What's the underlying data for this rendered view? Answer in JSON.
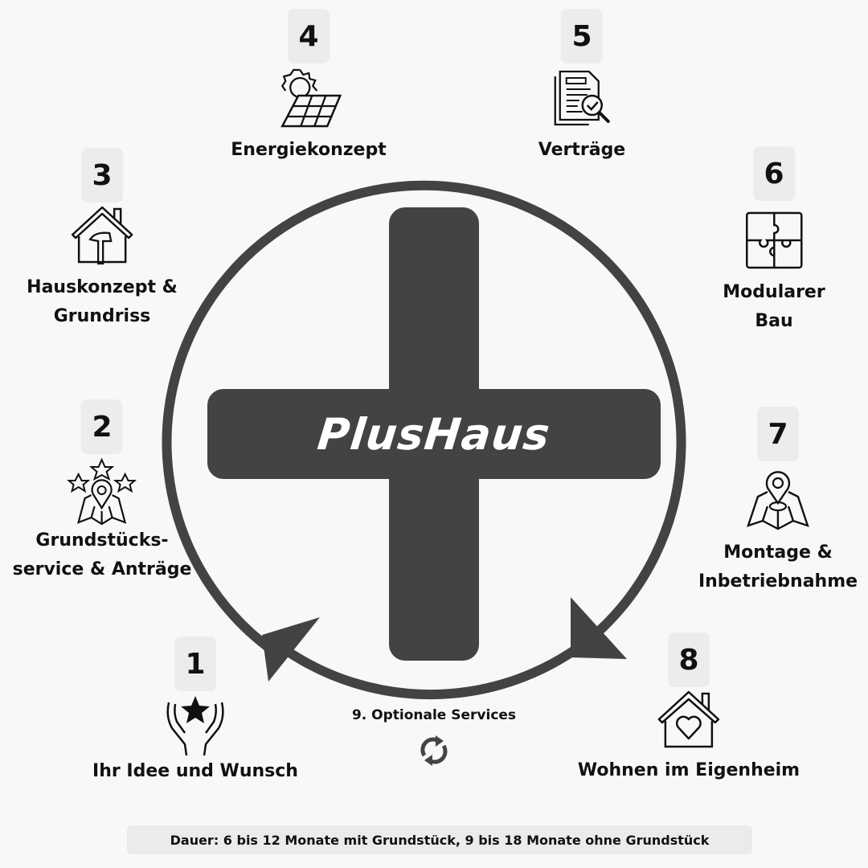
{
  "brand": {
    "name": "PlusHaus",
    "color": "#434343",
    "text_color": "#ffffff"
  },
  "background": "#f8f8f8",
  "steps": [
    {
      "number": "1",
      "label_lines": [
        "Ihr Idee und Wunsch"
      ],
      "icon": "hands-star-icon"
    },
    {
      "number": "2",
      "label_lines": [
        "Grundstücks-",
        "service & Anträge"
      ],
      "icon": "map-pin-stars-icon"
    },
    {
      "number": "3",
      "label_lines": [
        "Hauskonzept &",
        "Grundriss"
      ],
      "icon": "house-hammer-icon"
    },
    {
      "number": "4",
      "label_lines": [
        "Energiekonzept"
      ],
      "icon": "solar-panel-sun-icon"
    },
    {
      "number": "5",
      "label_lines": [
        "Verträge"
      ],
      "icon": "document-search-check-icon"
    },
    {
      "number": "6",
      "label_lines": [
        "Modularer",
        "Bau"
      ],
      "icon": "puzzle-icon"
    },
    {
      "number": "7",
      "label_lines": [
        "Montage &",
        "Inbetriebnahme"
      ],
      "icon": "map-pin-icon"
    },
    {
      "number": "8",
      "label_lines": [
        "Wohnen im Eigenheim"
      ],
      "icon": "house-heart-icon"
    }
  ],
  "optional": {
    "label": "9. Optionale Services",
    "icon": "refresh-cycle-icon"
  },
  "footer": {
    "text": "Dauer: 6 bis 12 Monate mit Grundstück, 9 bis 18 Monate ohne Grundstück"
  }
}
